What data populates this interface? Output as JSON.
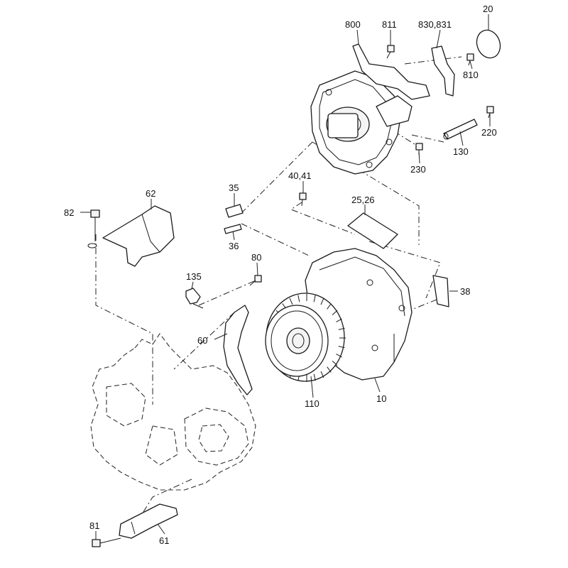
{
  "labels": {
    "p800": "800",
    "p811": "811",
    "p830": "830,831",
    "p20": "20",
    "p810": "810",
    "p220": "220",
    "p130": "130",
    "p230": "230",
    "p35": "35",
    "p36": "36",
    "p40": "40,41",
    "p25": "25,26",
    "p62": "62",
    "p82": "82",
    "p135": "135",
    "p80": "80",
    "p38": "38",
    "p60": "60",
    "p110": "110",
    "p10": "10",
    "p81": "81",
    "p61": "61"
  }
}
